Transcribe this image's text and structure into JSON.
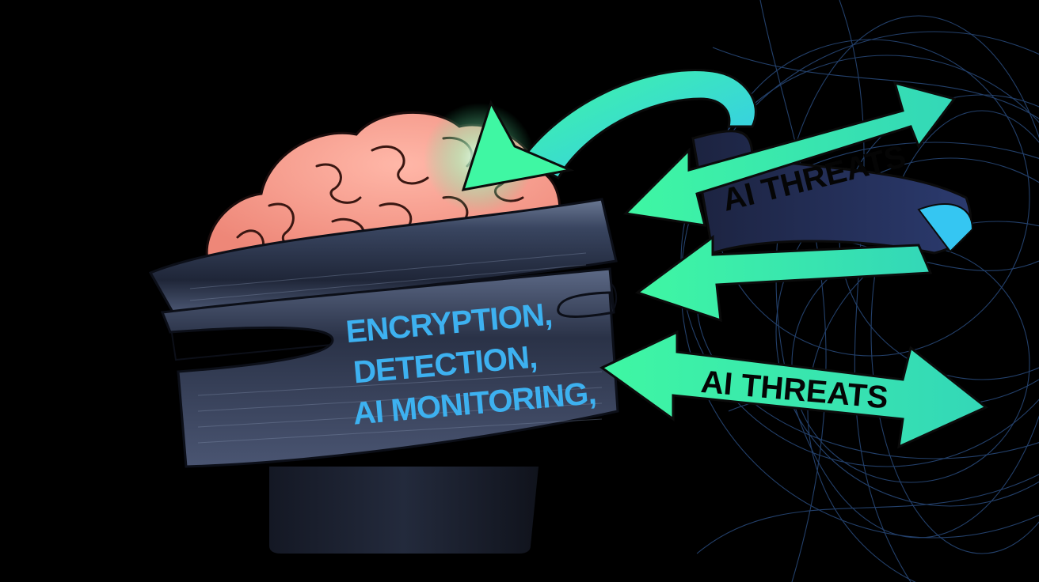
{
  "band": {
    "lines": [
      "ENCRYPTION,",
      "DETECTION,",
      "AI MONITORING,"
    ]
  },
  "arrows": {
    "top_label": "AI THREATS",
    "bottom_label": "AI THREATS"
  },
  "colors": {
    "background": "#000000",
    "brain": "#f59a8c",
    "band": "#2c3448",
    "band_text": "#3db1f0",
    "arrow_green": "#3ff7a3",
    "arrow_cyan": "#35c6f2",
    "glow": "#b8ffd0",
    "web_lines": "#2a4c7e"
  },
  "icons": {
    "head": "head-silhouette-icon",
    "brain": "brain-icon",
    "web": "network-web-icon"
  }
}
